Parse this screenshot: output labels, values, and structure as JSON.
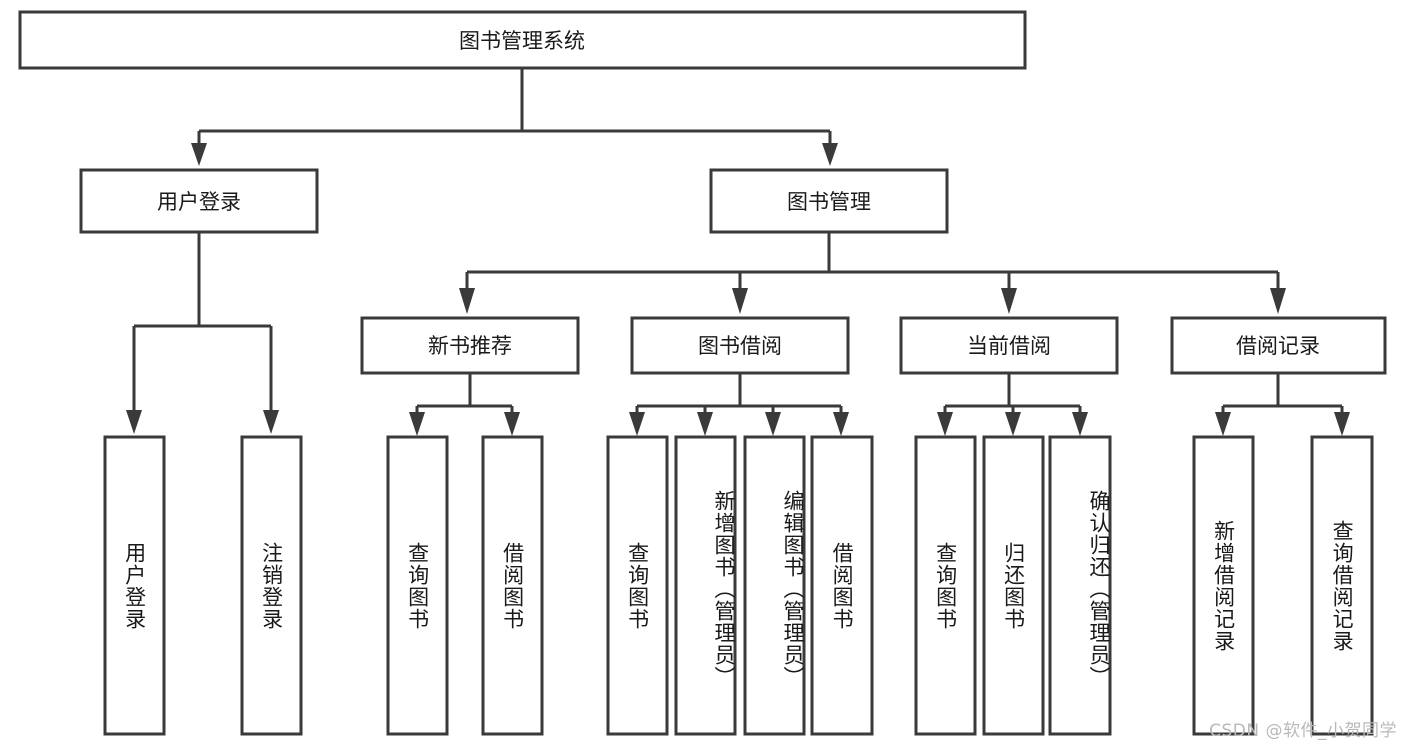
{
  "diagram": {
    "type": "tree",
    "title": "图书管理系统",
    "watermark": "CSDN @软件_小贺同学",
    "colors": {
      "box_stroke": "#3a3a3a",
      "box_fill": "#ffffff",
      "text": "#1a1a1a",
      "watermark": "#b9b9b9",
      "background": "#ffffff"
    },
    "nodes": {
      "root": {
        "label": "图书管理系统"
      },
      "level2": [
        {
          "label": "用户登录"
        },
        {
          "label": "图书管理"
        }
      ],
      "level3": [
        {
          "label": "新书推荐"
        },
        {
          "label": "图书借阅"
        },
        {
          "label": "当前借阅"
        },
        {
          "label": "借阅记录"
        }
      ],
      "leaves_user_login": [
        {
          "label": "用户登录"
        },
        {
          "label": "注销登录"
        }
      ],
      "leaves_new_book": [
        {
          "label": "查询图书"
        },
        {
          "label": "借阅图书"
        }
      ],
      "leaves_borrow": [
        {
          "label": "查询图书"
        },
        {
          "label": "新增图书（管理员）"
        },
        {
          "label": "编辑图书（管理员）"
        },
        {
          "label": "借阅图书"
        }
      ],
      "leaves_current": [
        {
          "label": "查询图书"
        },
        {
          "label": "归还图书"
        },
        {
          "label": "确认归还（管理员）"
        }
      ],
      "leaves_records": [
        {
          "label": "新增借阅记录"
        },
        {
          "label": "查询借阅记录"
        }
      ]
    }
  }
}
